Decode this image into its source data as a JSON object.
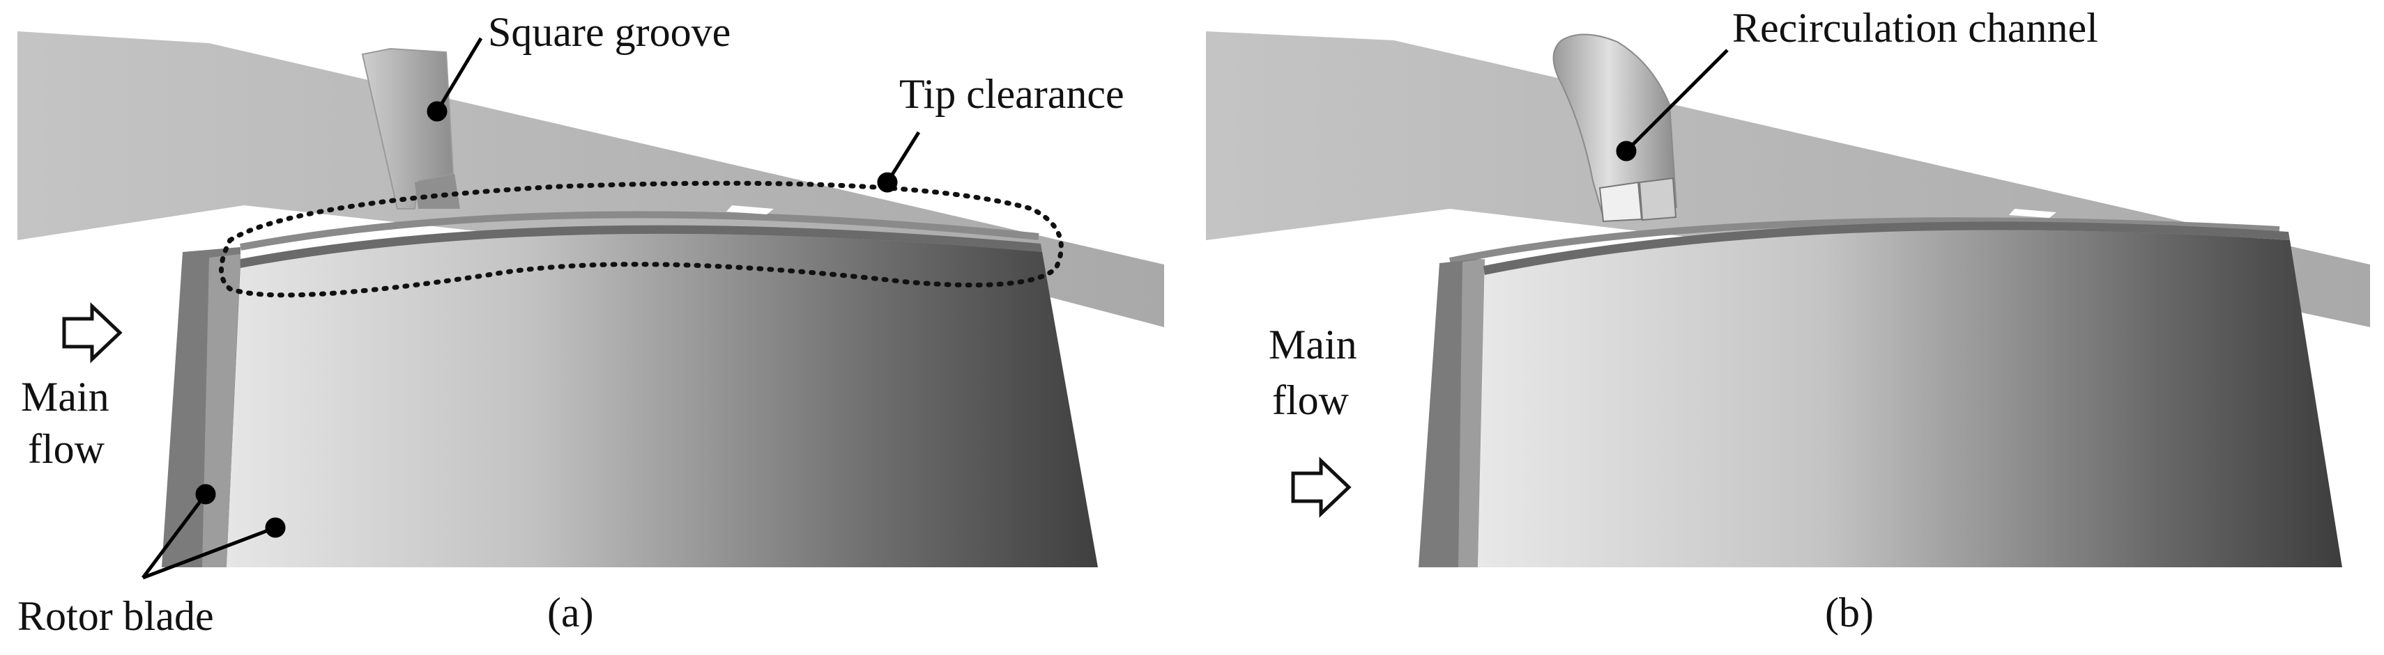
{
  "panel_a": {
    "caption": "(a)",
    "labels": {
      "square_groove": "Square groove",
      "tip_clearance": "Tip clearance",
      "main_flow_line1": "Main",
      "main_flow_line2": "flow",
      "rotor_blade": "Rotor blade"
    }
  },
  "panel_b": {
    "caption": "(b)",
    "labels": {
      "recirculation_channel": "Recirculation channel",
      "main_flow_line1": "Main",
      "main_flow_line2": "flow"
    }
  },
  "colors": {
    "casing": "#b9b9b9",
    "blade_light": "#dedede",
    "blade_dark": "#4a4a4a",
    "blade_edge": "#7a7a7a",
    "leader": "#000000"
  }
}
